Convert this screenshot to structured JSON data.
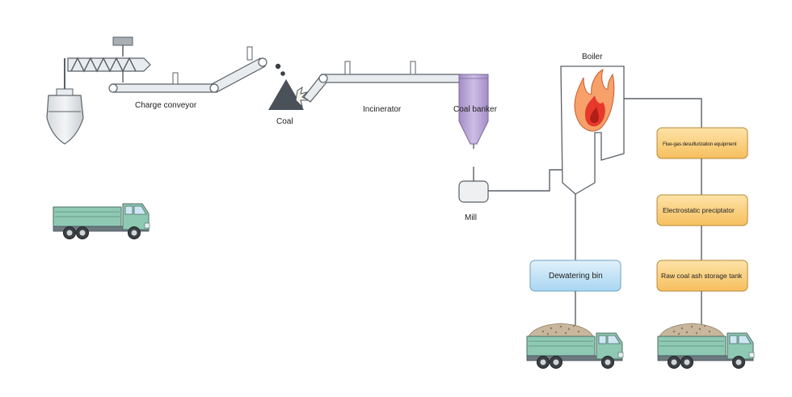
{
  "labels": {
    "charge_conveyor": "Charge conveyor",
    "coal": "Coal",
    "incinerator": "Incinerator",
    "coal_banker": "Coal banker",
    "mill": "Mill",
    "boiler": "Boiler"
  },
  "equipment": {
    "flue_gas": "Flue-gas desulfurization equipment",
    "electrostatic": "Electrostatic preciptator",
    "raw_ash": "Raw coal ash storage tank",
    "dewatering": "Dewatering bin"
  },
  "colors": {
    "pipe_gray": "#5a6168",
    "conveyor_fill": "#e8ecef",
    "hopper_purple": "#b7a3d3",
    "orange_box": "#fbd38a",
    "blue_box": "#bfe0f4",
    "truck_green": "#8ec9b4",
    "flame_red": "#e6392b",
    "flame_orange": "#f7a06a"
  },
  "icons": [
    "ship-icon",
    "screw-feeder-icon",
    "coal-pile-icon",
    "truck-icon",
    "flame-icon"
  ]
}
